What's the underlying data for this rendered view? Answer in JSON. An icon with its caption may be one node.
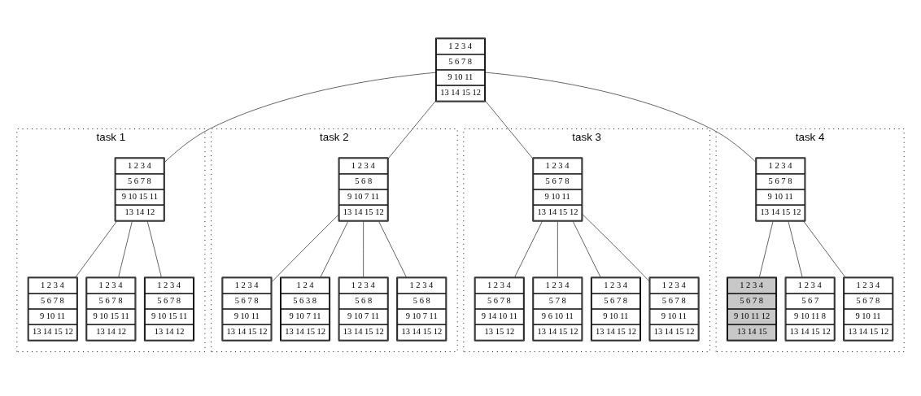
{
  "diagram": {
    "nodes": [
      {
        "text": [
          "1 2 3 4",
          "5 6 7 8",
          "9 10 11",
          "13 14 15 12"
        ]
      },
      {
        "text": [
          "task 1"
        ]
      },
      {
        "text": [
          "1 2 3 4",
          "5 6 7 8",
          "9 10 15 11",
          "13 14 12"
        ],
        "in": 1
      },
      {
        "text": [
          "1 2 3 4",
          "5 6 7 8",
          "9 10 11",
          "13 14 15 12"
        ],
        "in": 1
      },
      {
        "text": [
          "1 2 3 4",
          "5 6 7 8",
          "9 10 15 11",
          "13 14 12"
        ],
        "in": 1
      },
      {
        "text": [
          "1 2 3 4",
          "5 6 7 8",
          "9 10 15 11",
          "13 14 12"
        ],
        "in": 1
      },
      {
        "text": [
          "task 2"
        ]
      },
      {
        "text": [
          "1 2 3 4",
          "5 6 8",
          "9 10 7 11",
          "13 14 15 12"
        ],
        "in": 6
      },
      {
        "text": [
          "1 2 3 4",
          "5 6 7 8",
          "9 10 11",
          "13 14 15 12"
        ],
        "in": 6
      },
      {
        "text": [
          "1 2 4",
          "5 6 3 8",
          "9 10 7 11",
          "13 14 15 12"
        ],
        "in": 6
      },
      {
        "text": [
          "1 2 3 4",
          "5 6 8",
          "9 10 7 11",
          "13 14 15 12"
        ],
        "in": 6
      },
      {
        "text": [
          "1 2 3 4",
          "5 6 8",
          "9 10 7 11",
          "13 14 15 12"
        ],
        "in": 6
      },
      {
        "text": [
          "task 3"
        ]
      },
      {
        "text": [
          "1 2 3 4",
          "5 6 7 8",
          "9 10 11",
          "13 14 15 12"
        ],
        "in": 12
      },
      {
        "text": [
          "1 2 3 4",
          "5 6 7 8",
          "9 14 10 11",
          "13 15 12"
        ],
        "in": 12
      },
      {
        "text": [
          "1 2 3 4",
          "5 7 8",
          "9 6 10 11",
          "13 14 15 12"
        ],
        "in": 12
      },
      {
        "text": [
          "1 2 3 4",
          "5 6 7 8",
          "9 10 11",
          "13 14 15 12"
        ],
        "in": 12
      },
      {
        "text": [
          "1 2 3 4",
          "5 6 7 8",
          "9 10 11",
          "13 14 15 12"
        ],
        "in": 12
      },
      {
        "text": [
          "task 4"
        ]
      },
      {
        "text": [
          "1 2 3 4",
          "5 6 7 8",
          "9 10 11",
          "13 14 15 12"
        ],
        "in": 18
      },
      {
        "text": [
          "1 2 3 4",
          "5 6 7 8",
          "9 10 11 12",
          "13 14 15"
        ],
        "in": 18
      },
      {
        "text": [
          "1 2 3 4",
          "5 6 7",
          "9 10 11 8",
          "13 14 15 12"
        ],
        "in": 18
      },
      {
        "text": [
          "1 2 3 4",
          "5 6 7 8",
          "9 10 11",
          "13 14 15 12"
        ],
        "in": 18
      }
    ],
    "edges": [
      {
        "from": 0,
        "to": 2,
        "arrow": "none"
      },
      {
        "from": 0,
        "to": 7,
        "arrow": "none"
      },
      {
        "from": 0,
        "to": 13,
        "arrow": "none"
      },
      {
        "from": 0,
        "to": 19,
        "arrow": "none"
      },
      {
        "from": 2,
        "to": 3,
        "arrow": "none"
      },
      {
        "from": 2,
        "to": 4,
        "arrow": "none"
      },
      {
        "from": 2,
        "to": 5,
        "arrow": "none"
      },
      {
        "from": 7,
        "to": 8,
        "arrow": "none"
      },
      {
        "from": 7,
        "to": 9,
        "arrow": "none"
      },
      {
        "from": 7,
        "to": 10,
        "arrow": "none"
      },
      {
        "from": 7,
        "to": 11,
        "arrow": "none"
      },
      {
        "from": 13,
        "to": 14,
        "arrow": "none"
      },
      {
        "from": 13,
        "to": 15,
        "arrow": "none"
      },
      {
        "from": 13,
        "to": 16,
        "arrow": "none"
      },
      {
        "from": 13,
        "to": 17,
        "arrow": "none"
      },
      {
        "from": 19,
        "to": 20,
        "arrow": "none"
      },
      {
        "from": 19,
        "to": 21,
        "arrow": "none"
      },
      {
        "from": 19,
        "to": 22,
        "arrow": "none"
      }
    ]
  }
}
